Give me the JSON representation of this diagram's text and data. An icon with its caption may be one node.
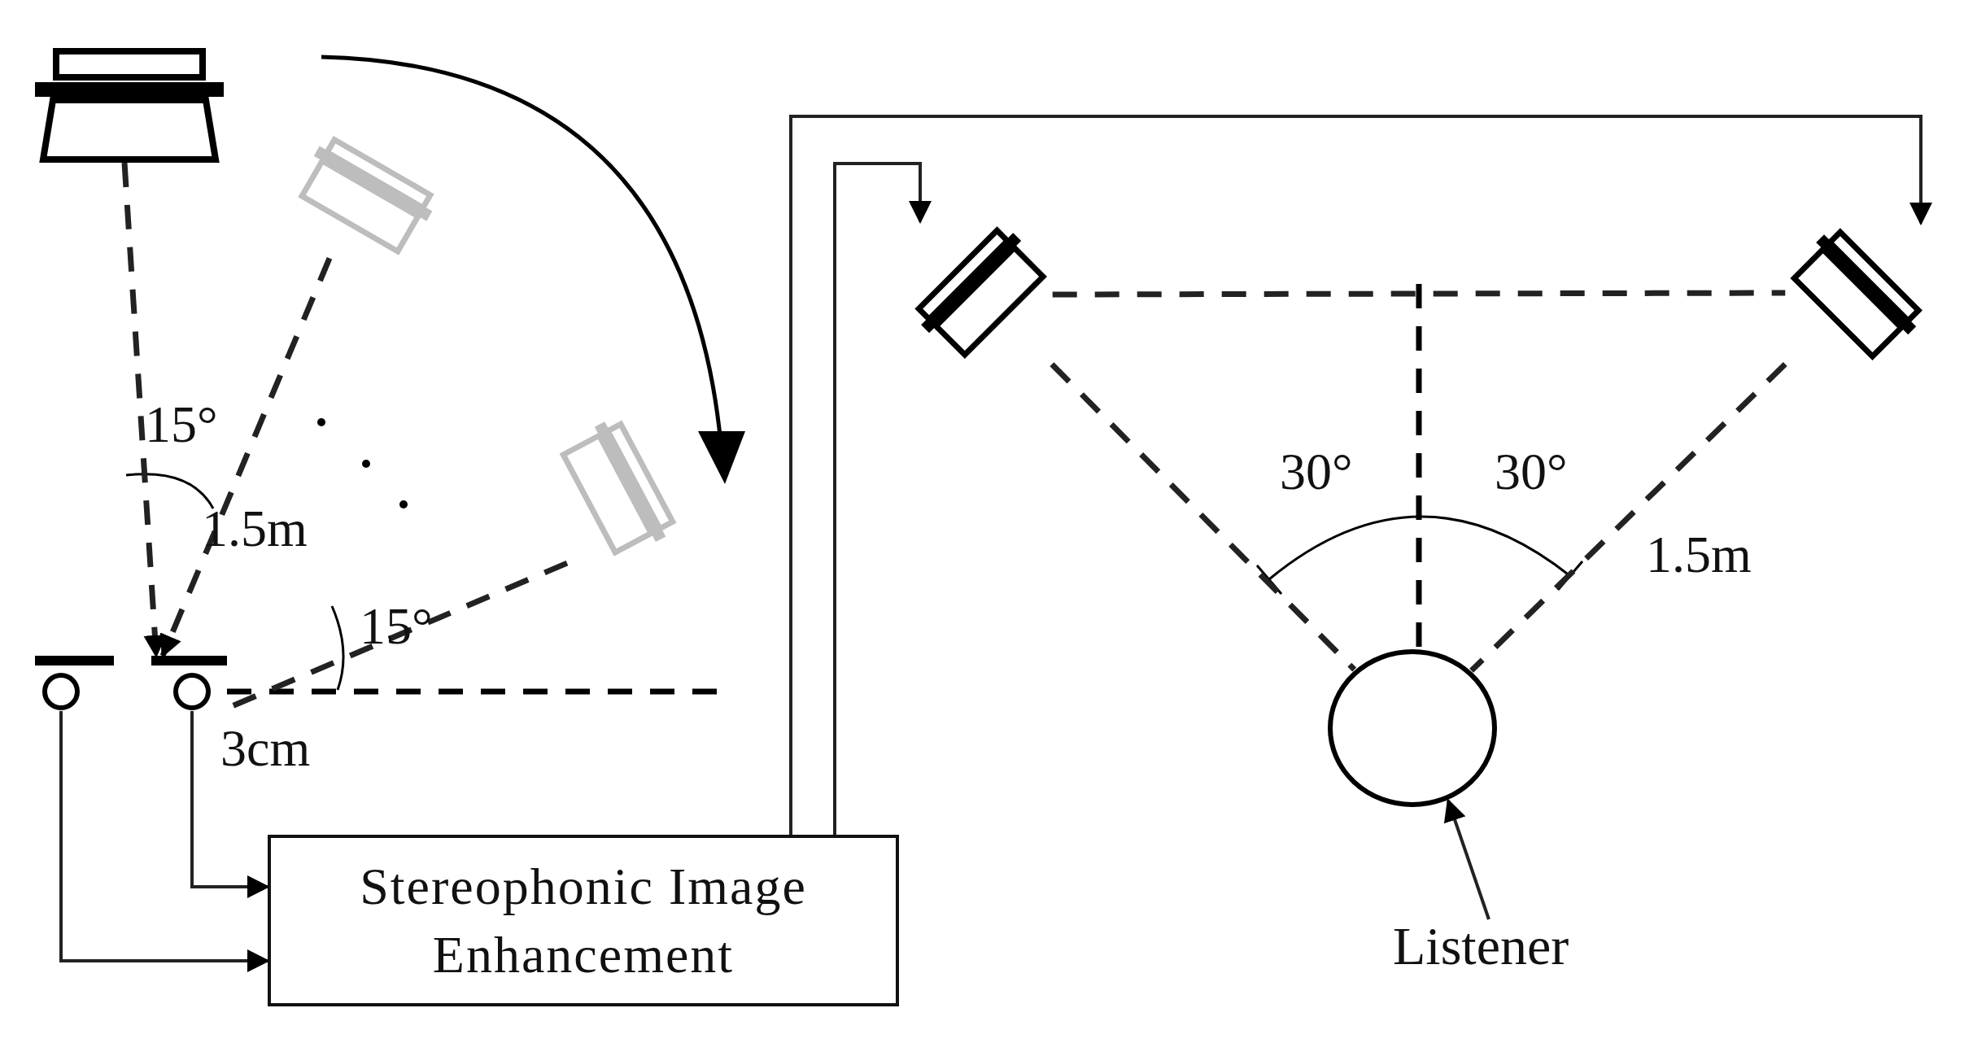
{
  "diagram": {
    "nodes": [
      {
        "text": [],
        "shape": "speaker"
      },
      {
        "text": [],
        "shape": "speaker"
      },
      {
        "text": [],
        "shape": "speaker"
      },
      {
        "text": [],
        "shape": "microphone"
      },
      {
        "text": [],
        "shape": "microphone"
      },
      {
        "text": [
          "Stereophonic Image Enhancement"
        ]
      },
      {
        "text": [],
        "shape": "speaker"
      },
      {
        "text": [],
        "shape": "speaker"
      },
      {
        "text": [],
        "shape": "circle"
      },
      {
        "text": [
          "Listener"
        ]
      }
    ],
    "edges": [
      {
        "from": 3,
        "to": 5,
        "arrow": "to"
      },
      {
        "from": 4,
        "to": 5,
        "arrow": "to"
      },
      {
        "from": 5,
        "to": 6,
        "arrow": "to"
      },
      {
        "from": 5,
        "to": 7,
        "arrow": "to"
      },
      {
        "from": 0,
        "to": 4,
        "arrow": "to",
        "style": "dashed"
      },
      {
        "from": 1,
        "to": 4,
        "arrow": "to",
        "style": "dashed"
      },
      {
        "from": 2,
        "to": 4,
        "arrow": "none",
        "style": "dashed"
      },
      {
        "from": 6,
        "to": 7,
        "arrow": "none",
        "style": "dashed"
      },
      {
        "from": 6,
        "to": 8,
        "arrow": "none",
        "style": "dashed"
      },
      {
        "from": 7,
        "to": 8,
        "arrow": "none",
        "style": "dashed"
      },
      {
        "from": 9,
        "to": 8,
        "arrow": "to"
      }
    ],
    "labels": [
      "15°",
      "1.5m",
      "15°",
      "3cm",
      "30°",
      "30°",
      "1.5m"
    ]
  }
}
